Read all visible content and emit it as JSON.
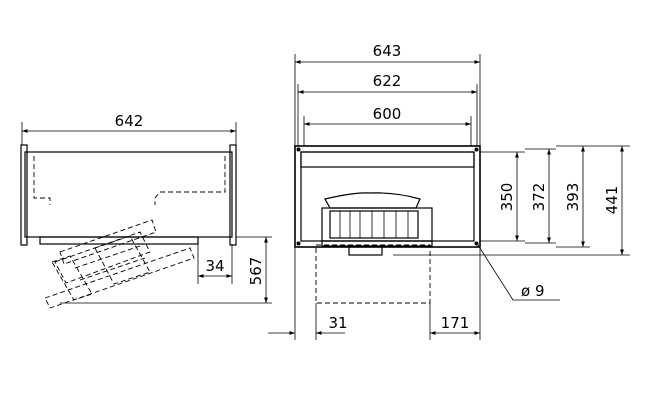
{
  "side_view": {
    "width_label": "642",
    "offset_label": "34",
    "height_label": "567"
  },
  "front_view": {
    "outer_width_label": "643",
    "mid_width_label": "622",
    "inner_width_label": "600",
    "left_offset_label": "31",
    "right_offset_label": "171",
    "height_350_label": "350",
    "height_372_label": "372",
    "height_393_label": "393",
    "height_441_label": "441",
    "hole_label": "ø 9"
  }
}
